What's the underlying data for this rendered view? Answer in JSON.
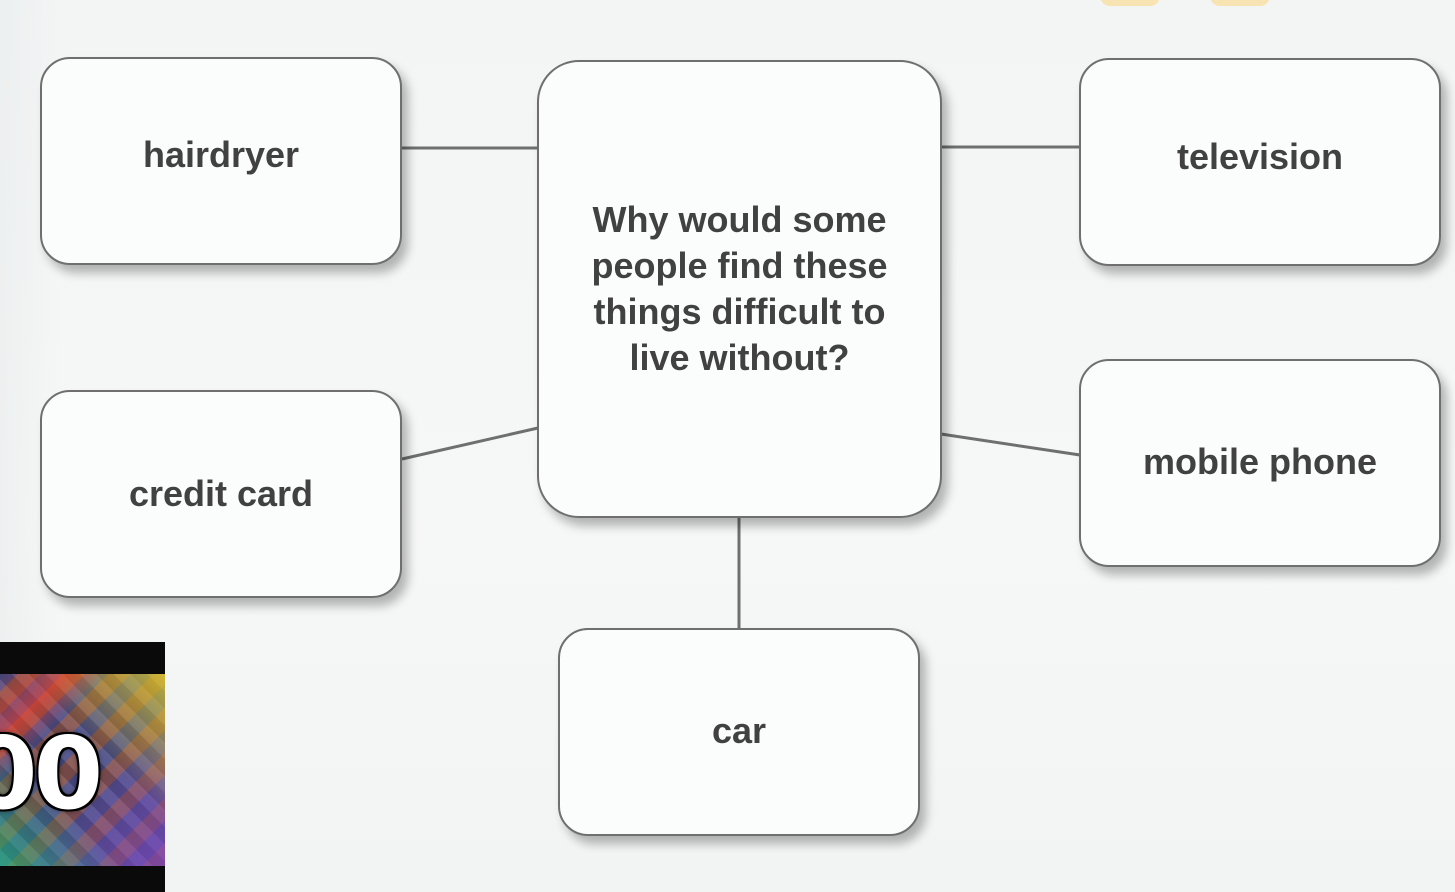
{
  "diagram": {
    "center": {
      "lines": [
        "Why would some",
        "people find these",
        "things difficult to",
        "live without?"
      ]
    },
    "items": {
      "hairdryer": "hairdryer",
      "credit_card": "credit card",
      "television": "television",
      "mobile_phone": "mobile phone",
      "car": "car"
    }
  },
  "thumbnail": {
    "text": "00"
  },
  "colors": {
    "background": "#f4f6f6",
    "node_fill": "#fbfcfc",
    "node_border": "#6f6f6f",
    "text": "#414141",
    "connector": "#6f6f6f"
  }
}
